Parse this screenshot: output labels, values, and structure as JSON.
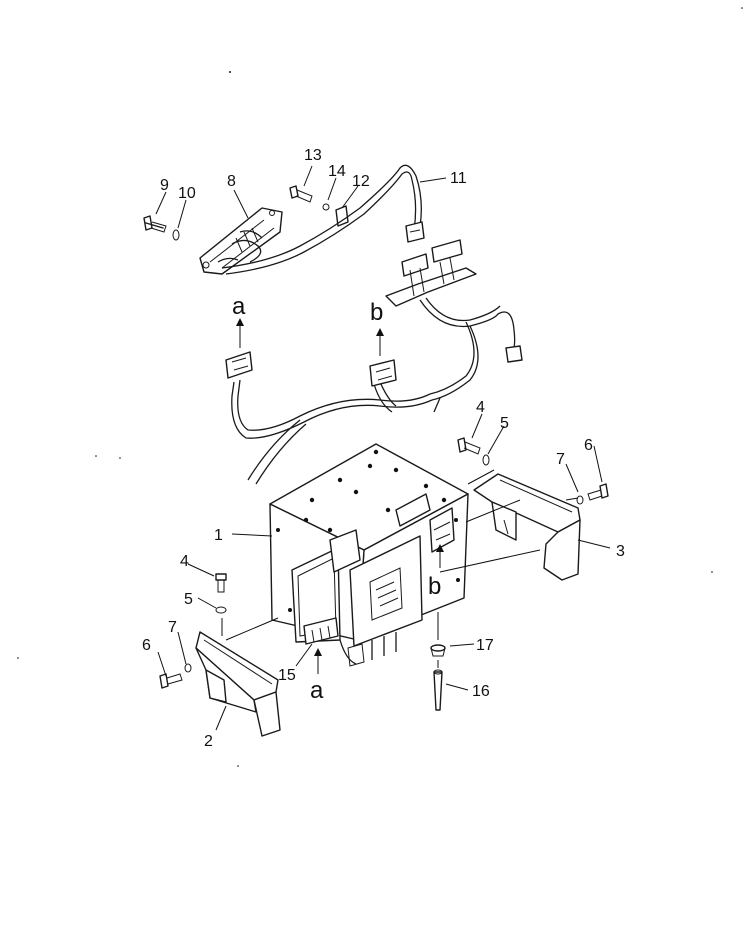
{
  "callouts": {
    "n1": "1",
    "n2": "2",
    "n3": "3",
    "n4a": "4",
    "n4b": "4",
    "n5a": "5",
    "n5b": "5",
    "n6a": "6",
    "n6b": "6",
    "n7a": "7",
    "n7b": "7",
    "n8": "8",
    "n9": "9",
    "n10": "10",
    "n11": "11",
    "n12": "12",
    "n13": "13",
    "n14": "14",
    "n15": "15",
    "n16": "16",
    "n17": "17"
  },
  "refs": {
    "a_top": "a",
    "b_top": "b",
    "a_bottom": "a",
    "b_bottom": "b"
  }
}
